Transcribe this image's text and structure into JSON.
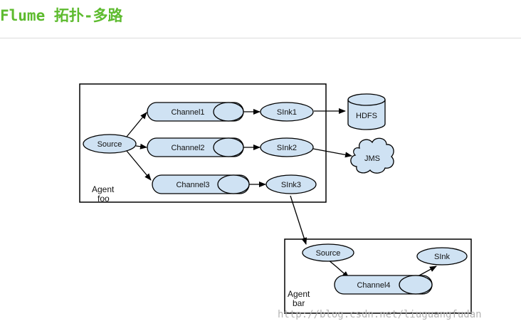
{
  "header": {
    "title": "Flume 拓扑-多路"
  },
  "agent_foo": {
    "label_line1": "Agent",
    "label_line2": "foo",
    "source": "Source",
    "channels": [
      "Channel1",
      "Channel2",
      "Channel3"
    ],
    "sinks": [
      "SInk1",
      "SInk2",
      "SInk3"
    ]
  },
  "destinations": {
    "hdfs": "HDFS",
    "jms": "JMS"
  },
  "agent_bar": {
    "label_line1": "Agent",
    "label_line2": "bar",
    "source": "Source",
    "channel": "Channel4",
    "sink": "SInk"
  },
  "watermark": "http://blog.csdn.net/liuguangfudan",
  "colors": {
    "node_fill": "#cfe2f3",
    "title_green": "#5dbb2e"
  }
}
